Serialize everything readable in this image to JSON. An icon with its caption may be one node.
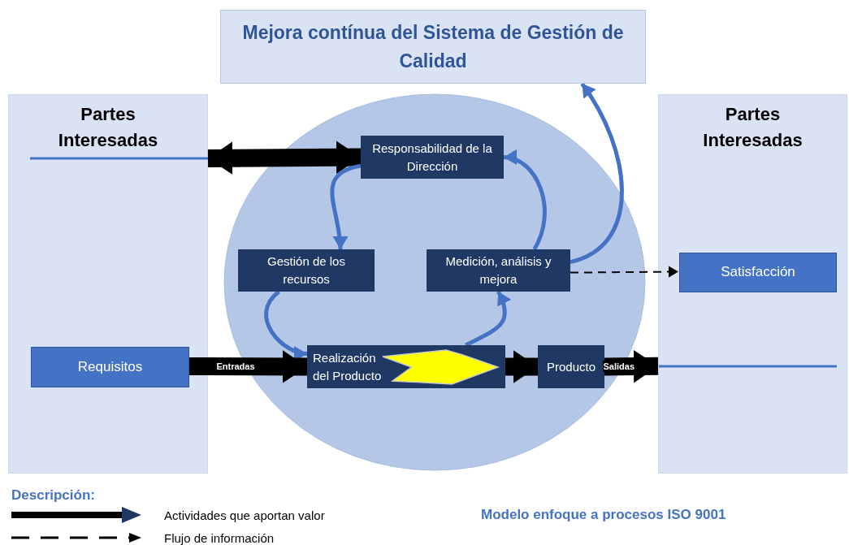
{
  "diagram": {
    "caption": "Modelo enfoque a procesos ISO 9001",
    "nodes": [
      {
        "text": [
          "Mejora contínua del Sistema de Gestión de Calidad"
        ]
      },
      {
        "text": [
          "Partes Interesadas"
        ]
      },
      {
        "text": [
          "Requisitos"
        ],
        "in": 1
      },
      {
        "text": [],
        "shape": "circle"
      },
      {
        "text": [
          "Responsabilidad de la Dirección"
        ],
        "in": 3
      },
      {
        "text": [
          "Gestión de los recursos"
        ],
        "in": 3
      },
      {
        "text": [
          "Medición, análisis y mejora"
        ],
        "in": 3
      },
      {
        "text": [
          "Realización del Producto"
        ],
        "in": 3
      },
      {
        "text": [],
        "shape": "arrow",
        "in": 7
      },
      {
        "text": [
          "Producto"
        ],
        "in": 3
      },
      {
        "text": [
          "Partes Interesadas"
        ]
      },
      {
        "text": [
          "Satisfacción"
        ],
        "in": 10
      }
    ],
    "edges": [
      {
        "from": 1,
        "to": 4,
        "arrow": "both",
        "style": "thick"
      },
      {
        "from": 4,
        "to": 5,
        "arrow": "to",
        "color": "#4472c4"
      },
      {
        "from": 5,
        "to": 7,
        "arrow": "to",
        "color": "#4472c4"
      },
      {
        "from": 7,
        "to": 6,
        "arrow": "to",
        "color": "#4472c4"
      },
      {
        "from": 6,
        "to": 4,
        "arrow": "to",
        "color": "#4472c4"
      },
      {
        "from": 6,
        "to": 0,
        "arrow": "to",
        "color": "#4472c4"
      },
      {
        "from": 6,
        "to": 11,
        "arrow": "to",
        "style": "dashed"
      },
      {
        "from": 2,
        "to": 7,
        "arrow": "to",
        "label": "Entradas",
        "style": "thick"
      },
      {
        "from": 7,
        "to": 9,
        "arrow": "to",
        "style": "thick"
      },
      {
        "from": 9,
        "to": 10,
        "arrow": "to",
        "label": "Salidas",
        "style": "thick"
      }
    ],
    "labels": [
      "Descripción:"
    ],
    "legend": [
      {
        "text": "Actividades que aportan valor"
      },
      {
        "text": "Flujo de información"
      }
    ]
  }
}
